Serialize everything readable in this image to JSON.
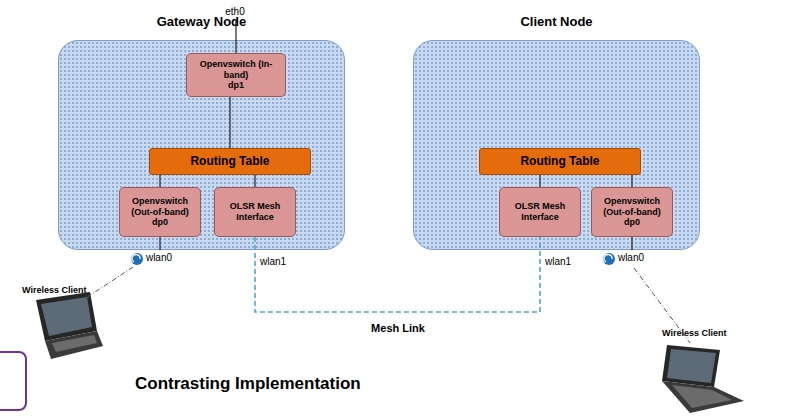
{
  "diagram": {
    "caption": "Contrasting Implementation",
    "nodes": [
      {
        "text": [
          "Gateway Node"
        ]
      },
      {
        "text": [
          "Openvswitch (In-band)",
          "dp1"
        ],
        "in": 0
      },
      {
        "text": [
          "Routing Table"
        ],
        "in": 0
      },
      {
        "text": [
          "Openvswitch (Out-of-band)",
          "dp0"
        ],
        "in": 0
      },
      {
        "text": [
          "OLSR Mesh Interface"
        ],
        "in": 0
      },
      {
        "text": [
          "Client Node"
        ]
      },
      {
        "text": [
          "Routing Table"
        ],
        "in": 5
      },
      {
        "text": [
          "OLSR Mesh Interface"
        ],
        "in": 5
      },
      {
        "text": [
          "Openvswitch (Out-of-band)",
          "dp0"
        ],
        "in": 5
      }
    ],
    "edges": [
      {
        "from": 1,
        "to": 2,
        "arrow": "none"
      },
      {
        "from": 2,
        "to": 3,
        "arrow": "none"
      },
      {
        "from": 2,
        "to": 4,
        "arrow": "none"
      },
      {
        "from": 6,
        "to": 7,
        "arrow": "none"
      },
      {
        "from": 6,
        "to": 8,
        "arrow": "none"
      },
      {
        "from": 4,
        "to": 7,
        "arrow": "none"
      }
    ],
    "labels": [
      "eth0",
      "wlan0",
      "wlan1",
      "wlan1",
      "wlan0",
      "Wireless Client",
      "Wireless Client",
      "Mesh Link"
    ]
  }
}
